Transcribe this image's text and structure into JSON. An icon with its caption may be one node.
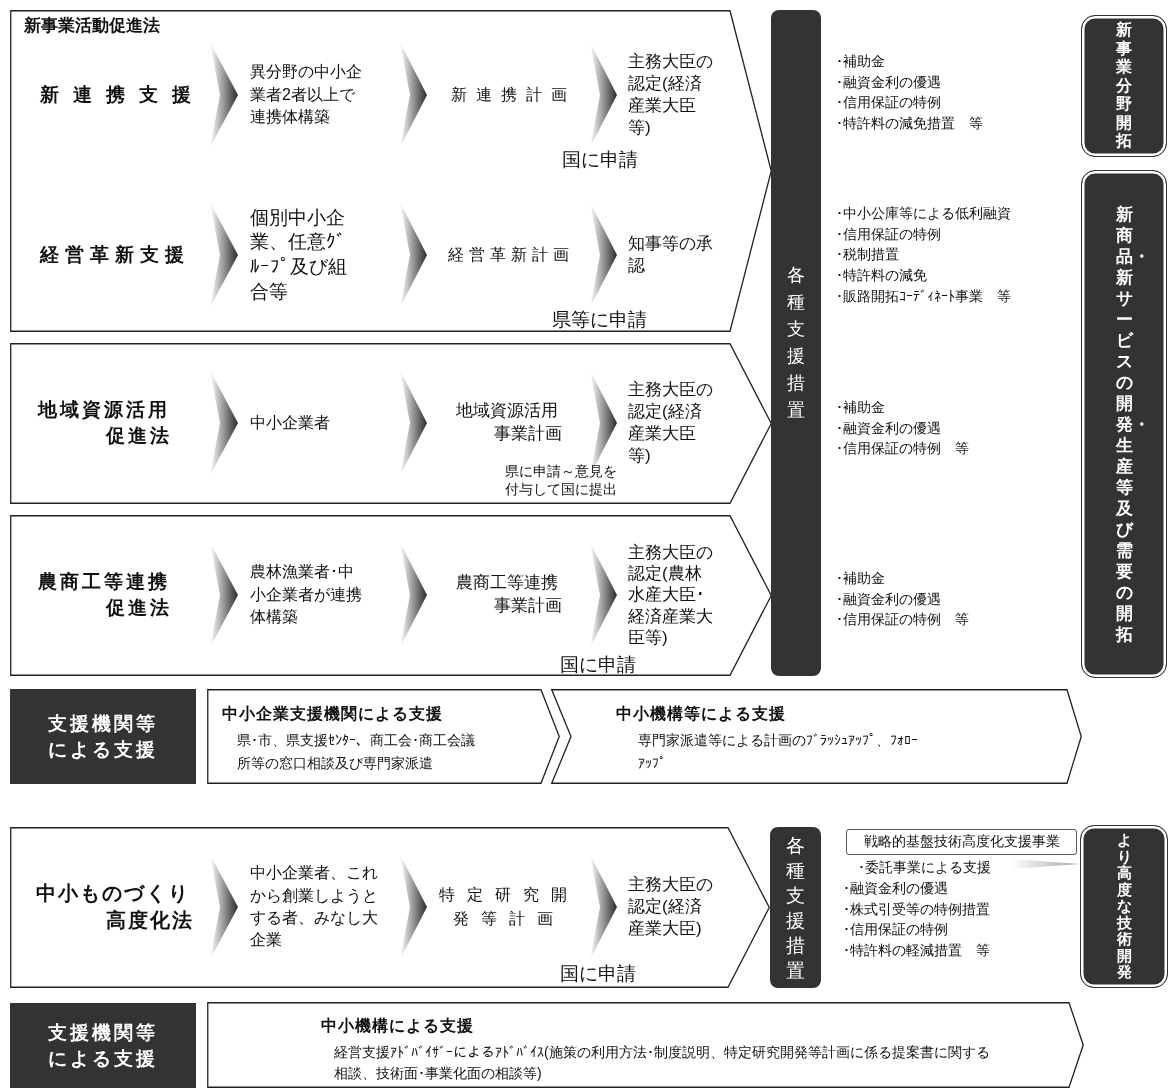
{
  "diagram": {
    "nodes": [
      {
        "text": [
          "新事業活動促進法"
        ]
      },
      {
        "text": [
          "新連携支援"
        ],
        "in": 0
      },
      {
        "text": [
          "異分野の中小企業者2者以上で連携体構築"
        ],
        "in": 0
      },
      {
        "text": [
          "新連携計画"
        ],
        "in": 0
      },
      {
        "text": [
          "主務大臣の認定(経済産業大臣等)"
        ],
        "beside": [
          "国に申請"
        ],
        "in": 0
      },
      {
        "text": [
          "経営革新支援"
        ],
        "in": 0
      },
      {
        "text": [
          "個別中小企業、任意ｸﾞﾙｰﾌﾟ及び組合等"
        ],
        "in": 0
      },
      {
        "text": [
          "経営革新計画"
        ],
        "in": 0
      },
      {
        "text": [
          "知事等の承認"
        ],
        "beside": [
          "県等に申請"
        ],
        "in": 0
      },
      {
        "text": [],
        "shape": "pentagon"
      },
      {
        "text": [
          "地域資源活用促進法"
        ],
        "in": 9
      },
      {
        "text": [
          "中小企業者"
        ],
        "in": 9
      },
      {
        "text": [
          "地域資源活用事業計画"
        ],
        "in": 9
      },
      {
        "text": [
          "主務大臣の認定(経済産業大臣等)"
        ],
        "beside": [
          "県に申請～意見を付与して国に提出"
        ],
        "in": 9
      },
      {
        "text": [],
        "shape": "pentagon"
      },
      {
        "text": [
          "農商工等連携促進法"
        ],
        "in": 14
      },
      {
        "text": [
          "農林漁業者･中小企業者が連携体構築"
        ],
        "in": 14
      },
      {
        "text": [
          "農商工等連携事業計画"
        ],
        "in": 14
      },
      {
        "text": [
          "主務大臣の認定(農林水産大臣･経済産業大臣等)"
        ],
        "beside": [
          "国に申請"
        ],
        "in": 14
      },
      {
        "text": [
          "各種支援措置"
        ]
      },
      {
        "text": [
          "新事業分野開拓"
        ]
      },
      {
        "text": [
          "新商品・新サービスの開発・生産等及び需要の開拓"
        ]
      },
      {
        "text": [
          "支援機関等による支援"
        ]
      },
      {
        "text": [
          "中小企業支援機関による支援",
          "県･市、県支援ｾﾝﾀｰ、商工会･商工会議所等の窓口相談及び専門家派遣"
        ]
      },
      {
        "text": [
          "中小機構等による支援",
          "専門家派遣等による計画のﾌﾞﾗｯｼｭｱｯﾌﾟ、ﾌｫﾛｰｱｯﾌﾟ"
        ]
      },
      {
        "text": [],
        "shape": "pentagon"
      },
      {
        "text": [
          "中小ものづくり高度化法"
        ],
        "in": 25
      },
      {
        "text": [
          "中小企業者、これから創業しようとする者、みなし大企業"
        ],
        "in": 25
      },
      {
        "text": [
          "特定研究開発等計画"
        ],
        "in": 25
      },
      {
        "text": [
          "主務大臣の認定(経済産業大臣)"
        ],
        "beside": [
          "国に申請"
        ],
        "in": 25
      },
      {
        "text": [
          "各種支援措置"
        ]
      },
      {
        "text": [
          "戦略的基盤技術高度化支援事業"
        ]
      },
      {
        "text": [
          "より高度な技術開発"
        ]
      },
      {
        "text": [
          "支援機関等による支援"
        ]
      },
      {
        "text": [
          "中小機構による支援",
          "経営支援ｱﾄﾞﾊﾞｲｻﾞｰによるｱﾄﾞﾊﾞｲｽ(施策の利用方法･制度説明、特定研究開発等計画に係る提案書に関する相談、技術面･事業化面の相談等)"
        ]
      }
    ],
    "edges": [
      {
        "from": 1,
        "to": 2,
        "arrow": "to"
      },
      {
        "from": 2,
        "to": 3,
        "arrow": "to"
      },
      {
        "from": 3,
        "to": 4,
        "arrow": "to"
      },
      {
        "from": 5,
        "to": 6,
        "arrow": "to"
      },
      {
        "from": 6,
        "to": 7,
        "arrow": "to"
      },
      {
        "from": 7,
        "to": 8,
        "arrow": "to"
      },
      {
        "from": 10,
        "to": 11,
        "arrow": "to"
      },
      {
        "from": 11,
        "to": 12,
        "arrow": "to"
      },
      {
        "from": 12,
        "to": 13,
        "arrow": "to"
      },
      {
        "from": 15,
        "to": 16,
        "arrow": "to"
      },
      {
        "from": 16,
        "to": 17,
        "arrow": "to"
      },
      {
        "from": 17,
        "to": 18,
        "arrow": "to"
      },
      {
        "from": 26,
        "to": 27,
        "arrow": "to"
      },
      {
        "from": 27,
        "to": 28,
        "arrow": "to"
      },
      {
        "from": 28,
        "to": 29,
        "arrow": "to"
      },
      {
        "from": 31,
        "to": 32,
        "arrow": "to",
        "color": "#a6a6a6"
      }
    ],
    "labels": [
      "･補助金",
      "･融資金利の優遇",
      "･信用保証の特例",
      "･特許料の減免措置　等",
      "･中小公庫等による低利融資",
      "･信用保証の特例",
      "･税制措置",
      "･特許料の減免",
      "･販路開拓ｺｰﾃﾞｨﾈｰﾄ事業　等",
      "･補助金",
      "･融資金利の優遇",
      "･信用保証の特例　等",
      "･補助金",
      "･融資金利の優遇",
      "･信用保証の特例　等",
      "･委託事業による支援",
      "･融資金利の優遇",
      "･株式引受等の特例措置",
      "･信用保証の特例",
      "･特許料の軽減措置　等"
    ]
  }
}
